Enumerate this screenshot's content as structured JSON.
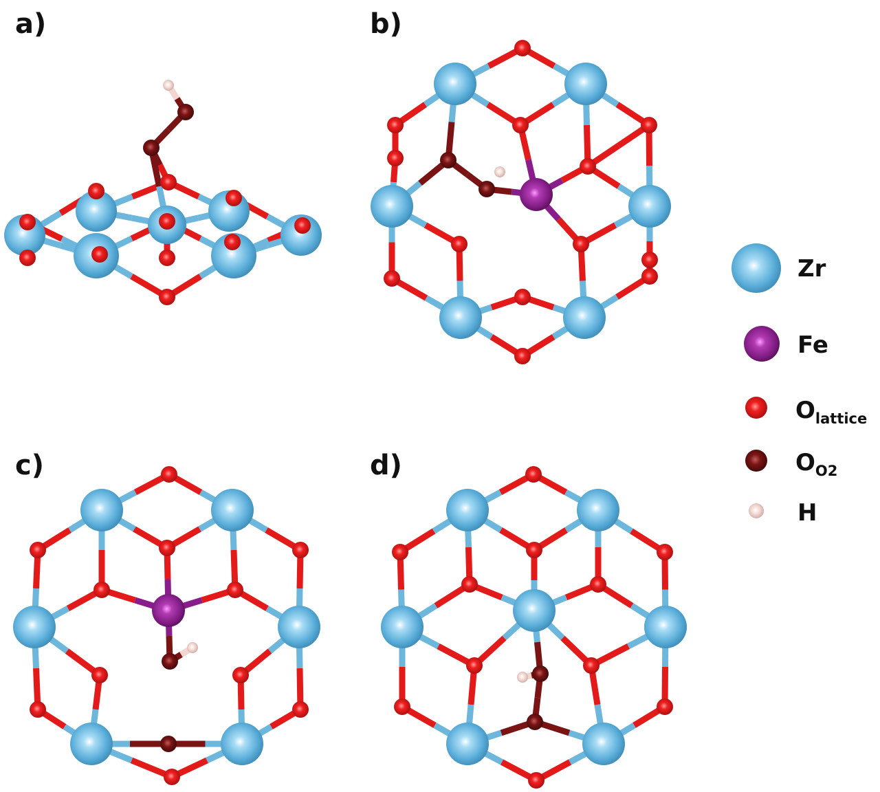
{
  "panels": [
    {
      "label": "a)"
    },
    {
      "label": "b)"
    },
    {
      "label": "c)"
    },
    {
      "label": "d)"
    }
  ],
  "legend": [
    {
      "symbol": "Zr",
      "sub": "",
      "color": "#5fb4e0",
      "icon": "zr-atom-icon"
    },
    {
      "symbol": "Fe",
      "sub": "",
      "color": "#8a1d8c",
      "icon": "fe-atom-icon"
    },
    {
      "symbol": "O",
      "sub": "lattice",
      "color": "#e31a1a",
      "icon": "lattice-oxygen-atom-icon"
    },
    {
      "symbol": "O",
      "sub": "O2",
      "color": "#7a1414",
      "icon": "o2-oxygen-atom-icon"
    },
    {
      "symbol": "H",
      "sub": "",
      "color": "#f3d6d0",
      "icon": "hydrogen-atom-icon"
    }
  ],
  "colors": {
    "zr": "#5fb4e0",
    "fe": "#8a1d8c",
    "o_lattice": "#e31a1a",
    "o_o2": "#7a1414",
    "h": "#f3d6d0",
    "bond": "#6db7dc"
  }
}
